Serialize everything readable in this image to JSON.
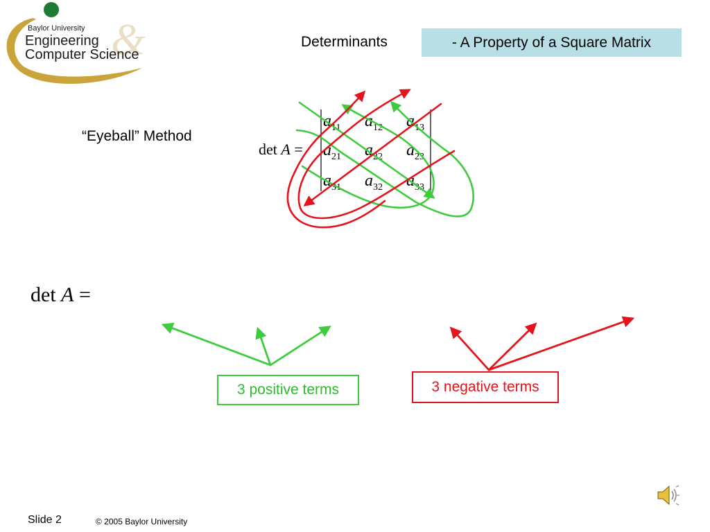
{
  "logo": {
    "university": "Baylor University",
    "line1": "Engineering",
    "line2": "Computer Science"
  },
  "title": "Determinants",
  "subtitle": "- A Property of a Square Matrix",
  "method_label": "“Eyeball” Method",
  "matrix": {
    "lhs_prefix": "det ",
    "lhs_var": "A",
    "lhs_eq": " =",
    "rows": [
      [
        {
          "base": "a",
          "sub": "11"
        },
        {
          "base": "a",
          "sub": "12"
        },
        {
          "base": "a",
          "sub": "13"
        }
      ],
      [
        {
          "base": "a",
          "sub": "21"
        },
        {
          "base": "a",
          "sub": "22"
        },
        {
          "base": "a",
          "sub": "23"
        }
      ],
      [
        {
          "base": "a",
          "sub": "31"
        },
        {
          "base": "a",
          "sub": "32"
        },
        {
          "base": "a",
          "sub": "33"
        }
      ]
    ]
  },
  "expression": {
    "prefix": "det ",
    "var": "A",
    "eq": " ="
  },
  "positive_terms": "3 positive terms",
  "negative_terms": "3 negative terms",
  "footer": {
    "slide": "Slide 2",
    "copyright": "© 2005 Baylor University"
  },
  "colors": {
    "positive": "#3ecb3e",
    "negative": "#e3141d",
    "subtitle_bg": "#b9dfe6",
    "logo_gold": "#c9a43a",
    "logo_dot": "#1e7a34"
  },
  "icons": {
    "speaker": "speaker-icon"
  }
}
